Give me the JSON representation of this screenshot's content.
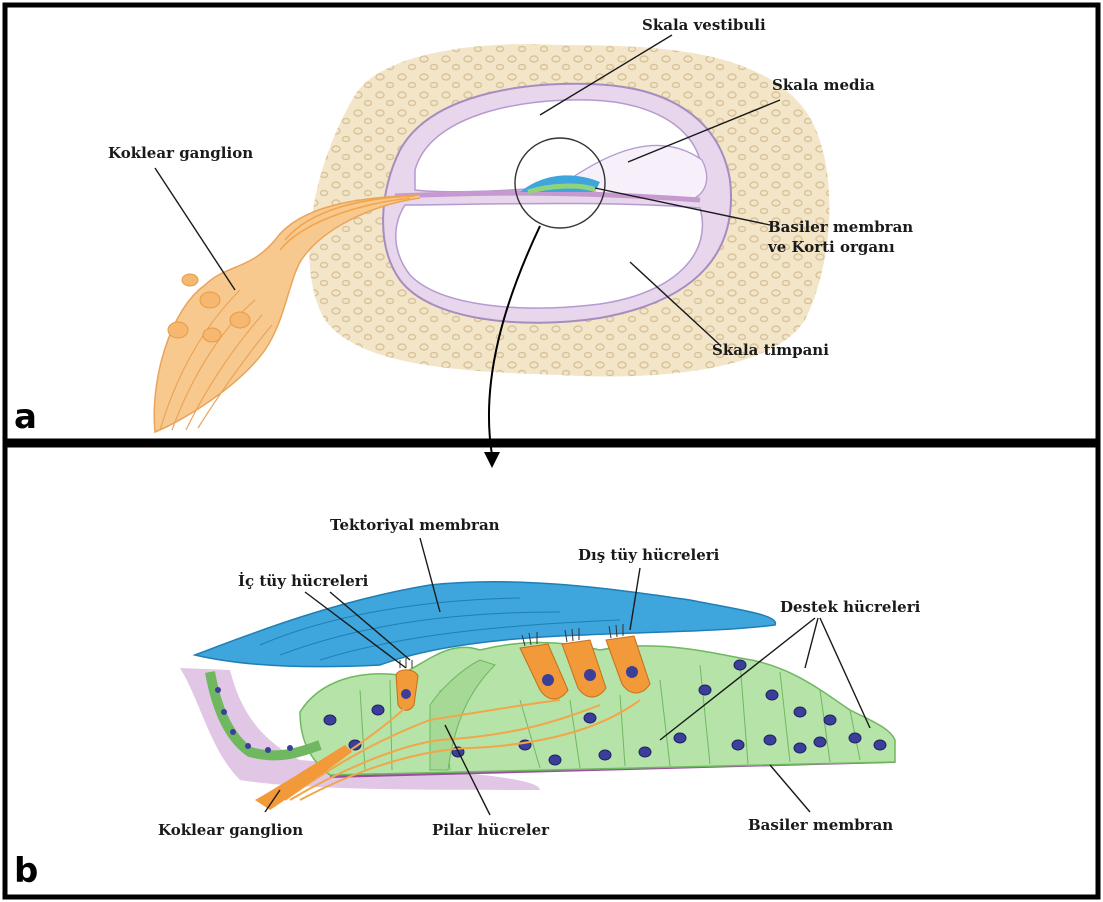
{
  "panel_a": {
    "letter": "a",
    "labels": {
      "skala_vestibuli": "Skala vestibuli",
      "skala_media": "Skala media",
      "koklear_ganglion": "Koklear ganglion",
      "basiler_line1": "Basiler membran",
      "basiler_line2": "ve Korti organı",
      "skala_timpani": "Skala timpani"
    }
  },
  "panel_b": {
    "letter": "b",
    "labels": {
      "tektoriyal_membran": "Tektoriyal membran",
      "dis_tuy": "Dış tüy hücreleri",
      "ic_tuy": "İç tüy hücreleri",
      "destek": "Destek hücreleri",
      "koklear_ganglion": "Koklear ganglion",
      "pilar": "Pilar hücreler",
      "basiler_membran": "Basiler membran"
    }
  },
  "colors": {
    "bone": "#f3e6c8",
    "bone_pores": "#e4d2ac",
    "membrane": "#c9b3d8",
    "nerve": "#f2a54a",
    "tectorial": "#3ea6dc",
    "support_cells": "#b6e3a8",
    "nucleus": "#3b3f9a",
    "hair_cells": "#f29a3a",
    "basilar": "#9a4da0"
  }
}
